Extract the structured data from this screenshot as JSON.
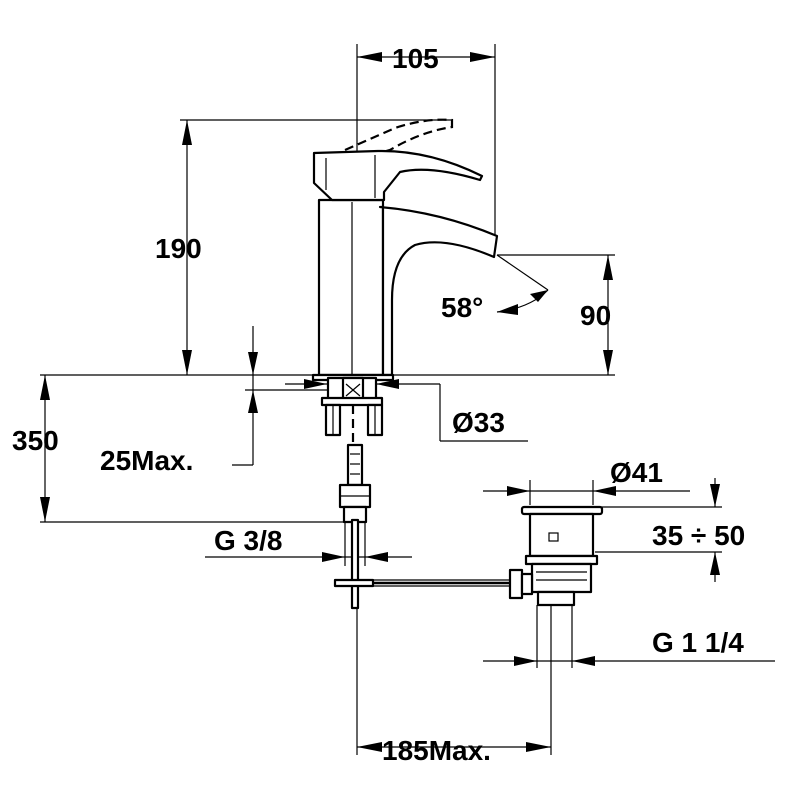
{
  "diagram": {
    "dimensions": {
      "spout_reach": "105",
      "total_height": "190",
      "spout_height": "90",
      "lever_angle": "58°",
      "below_deck": "350",
      "deck_thickness": "25Max.",
      "mounting_hole": "Ø33",
      "waste_diameter": "Ø41",
      "waste_adjust": "35 ÷ 50",
      "supply_thread": "G 3/8",
      "waste_thread": "G 1 1/4",
      "rod_length": "185Max."
    }
  }
}
